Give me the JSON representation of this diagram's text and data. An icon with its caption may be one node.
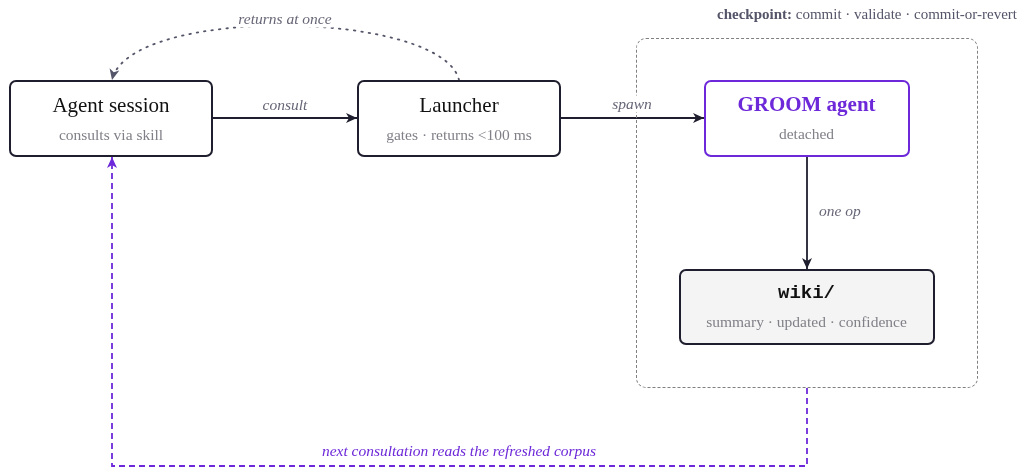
{
  "diagram": {
    "nodes": [
      {
        "text": [
          "Agent session",
          "consults via skill"
        ]
      },
      {
        "text": [
          "Launcher",
          "gates · returns <100 ms"
        ]
      },
      {
        "text": [
          "**checkpoint:** commit · validate · commit-or-revert"
        ]
      },
      {
        "text": [
          "GROOM agent",
          "detached"
        ],
        "in": 2
      },
      {
        "text": [
          "wiki/",
          "summary · updated · confidence"
        ],
        "in": 2
      }
    ],
    "edges": [
      {
        "from": 0,
        "to": 1,
        "arrow": "to",
        "label": "consult"
      },
      {
        "from": 1,
        "to": 0,
        "arrow": "to",
        "label": "returns at once",
        "style": "dashed",
        "color": "#55556a"
      },
      {
        "from": 1,
        "to": 3,
        "arrow": "to",
        "label": "spawn"
      },
      {
        "from": 3,
        "to": 4,
        "arrow": "to",
        "label": "one op"
      },
      {
        "from": 2,
        "to": 0,
        "arrow": "to",
        "label": "next consultation reads the refreshed corpus",
        "style": "dashed",
        "color": "#6d28d9"
      }
    ]
  }
}
